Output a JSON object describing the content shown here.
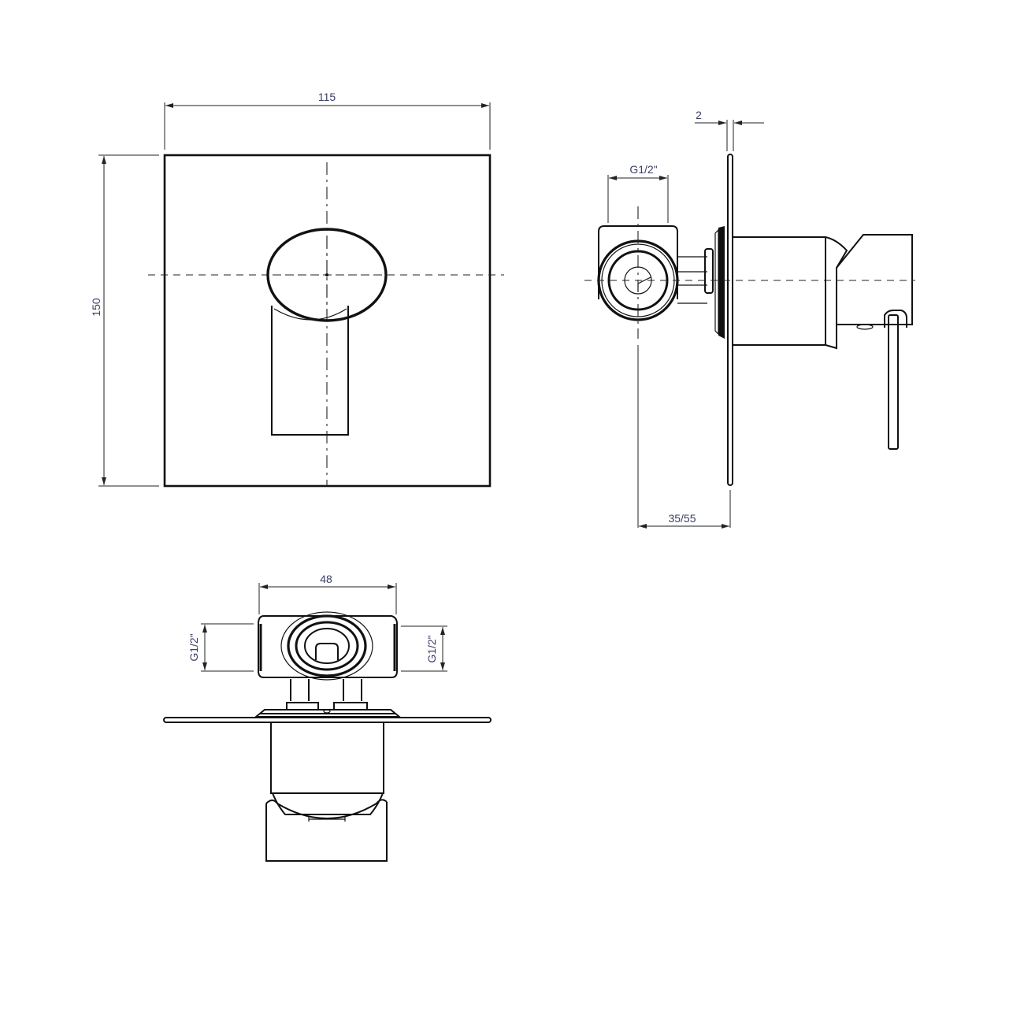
{
  "drawing": {
    "type": "technical-drawing",
    "subject": "concealed single-lever mixer valve",
    "views": {
      "front": {
        "dimensions": {
          "width": "115",
          "height": "150"
        }
      },
      "side": {
        "dimensions": {
          "plate_thickness": "2",
          "inlet_thread": "G1/2\"",
          "installation_depth": "35/55"
        }
      },
      "top": {
        "dimensions": {
          "body_width": "48",
          "inlet_left": "G1/2\"",
          "inlet_right": "G1/2\""
        }
      }
    },
    "colors": {
      "line": "#111111",
      "dimension_text": "#3a3f66",
      "background": "#ffffff"
    }
  }
}
